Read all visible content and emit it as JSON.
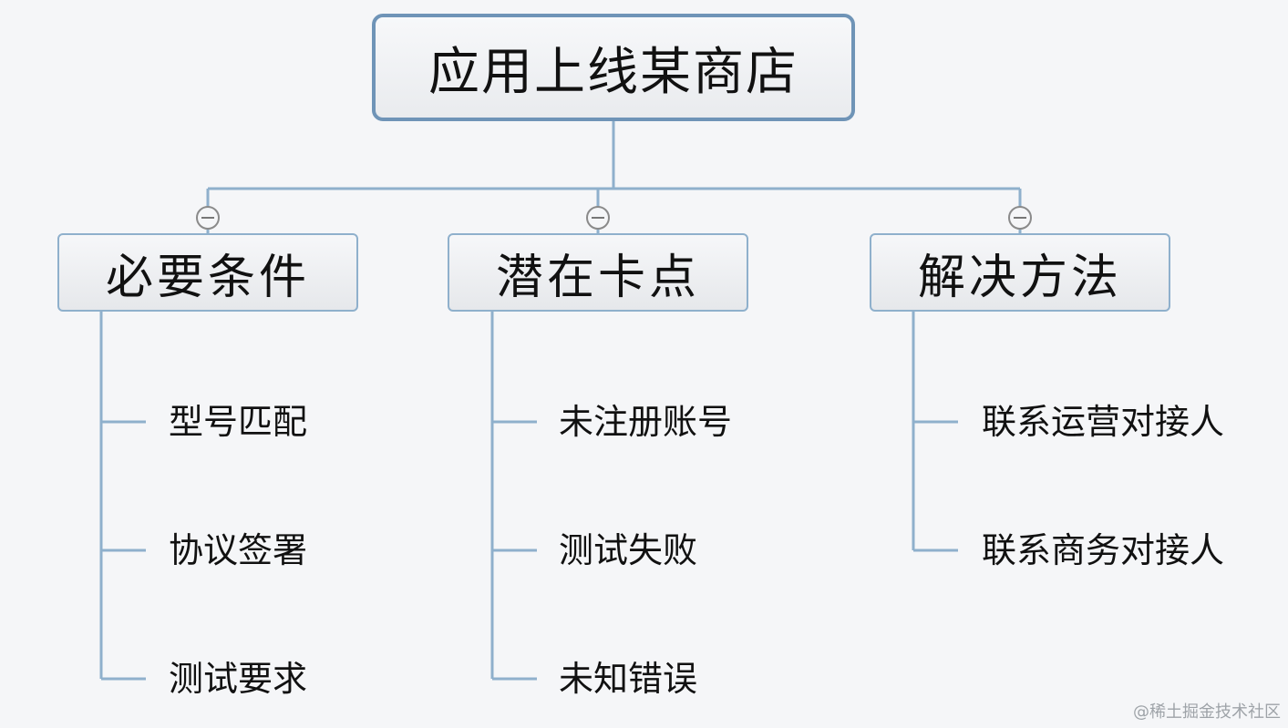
{
  "root": {
    "label": "应用上线某商店"
  },
  "branches": [
    {
      "label": "必要条件",
      "items": [
        "型号匹配",
        "协议签署",
        "测试要求"
      ]
    },
    {
      "label": "潜在卡点",
      "items": [
        "未注册账号",
        "测试失败",
        "未知错误"
      ]
    },
    {
      "label": "解决方法",
      "items": [
        "联系运营对接人",
        "联系商务对接人"
      ]
    }
  ],
  "watermark": "@稀土掘金技术社区",
  "colors": {
    "connector": "#8fb0cc",
    "root_border": "#6f94b7",
    "branch_border": "#8fb0cc"
  }
}
